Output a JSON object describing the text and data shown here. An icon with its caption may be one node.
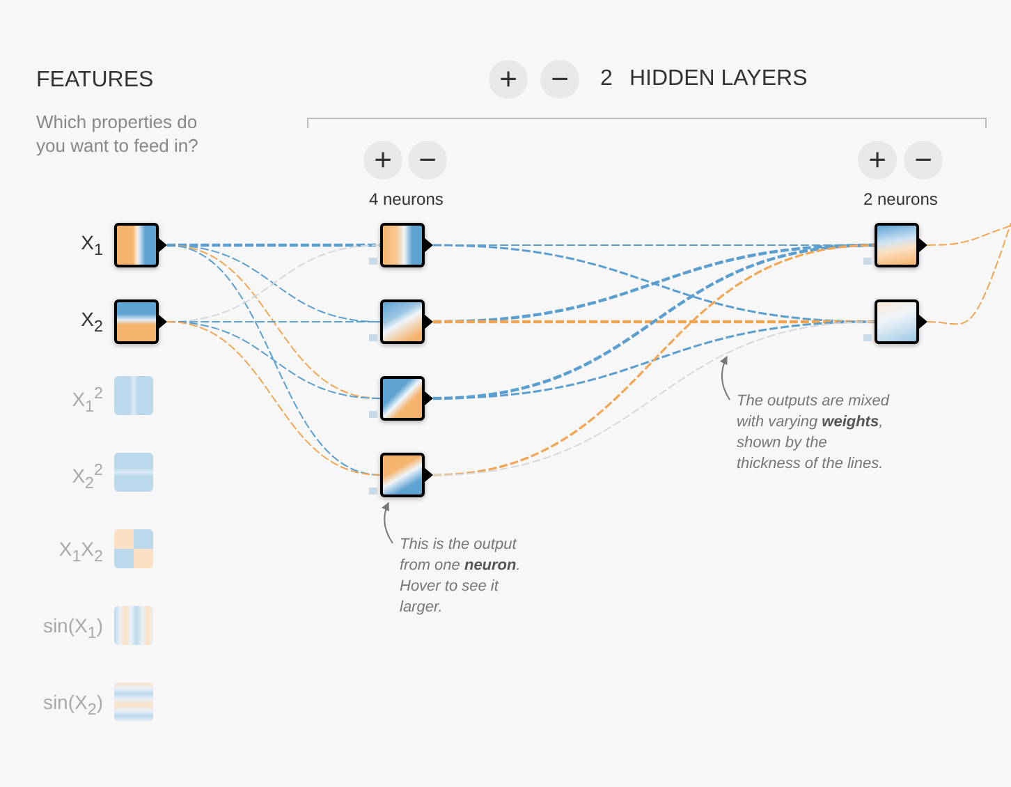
{
  "diagram": {
    "nodes": [
      {
        "text": [
          "X$_{1}$"
        ]
      },
      {
        "text": [
          "X$_{2}$"
        ]
      },
      {
        "text": [
          "X$_{1}$$^{2}$"
        ]
      },
      {
        "text": [
          "X$_{2}$$^{2}$"
        ]
      },
      {
        "text": [
          "X$_{1}$X$_{2}$"
        ]
      },
      {
        "text": [
          "sin(X$_{1}$)"
        ]
      },
      {
        "text": [
          "sin(X$_{2}$)"
        ]
      },
      {
        "text": [],
        "shape": "picture"
      },
      {
        "text": [],
        "shape": "picture"
      },
      {
        "text": [],
        "shape": "picture"
      },
      {
        "text": [],
        "shape": "picture"
      },
      {
        "text": [],
        "shape": "picture"
      },
      {
        "text": [],
        "shape": "picture"
      },
      {
        "text": [
          "This is the output from one **neuron**. Hover to see it larger."
        ]
      },
      {
        "text": [
          "The outputs are mixed with varying **weights**, shown by the thickness of the lines."
        ]
      }
    ],
    "edges": [
      {
        "from": 0,
        "to": 7,
        "arrow": "none",
        "style": "dashed"
      },
      {
        "from": 0,
        "to": 8,
        "arrow": "none",
        "style": "dashed"
      },
      {
        "from": 0,
        "to": 9,
        "arrow": "none",
        "style": "dashed",
        "color": "#f2a654"
      },
      {
        "from": 0,
        "to": 10,
        "arrow": "none",
        "style": "dashed"
      },
      {
        "from": 1,
        "to": 7,
        "arrow": "none",
        "style": "dashed",
        "color": "#d4d8dc"
      },
      {
        "from": 1,
        "to": 8,
        "arrow": "none",
        "style": "dashed"
      },
      {
        "from": 1,
        "to": 9,
        "arrow": "none",
        "style": "dashed"
      },
      {
        "from": 1,
        "to": 10,
        "arrow": "none",
        "style": "dashed",
        "color": "#f2a654"
      },
      {
        "from": 7,
        "to": 11,
        "arrow": "none",
        "style": "dashed"
      },
      {
        "from": 7,
        "to": 12,
        "arrow": "none",
        "style": "dashed"
      },
      {
        "from": 8,
        "to": 11,
        "arrow": "none",
        "style": "dashed"
      },
      {
        "from": 8,
        "to": 12,
        "arrow": "none",
        "style": "dashed",
        "color": "#f2a654"
      },
      {
        "from": 9,
        "to": 11,
        "arrow": "none",
        "style": "dashed"
      },
      {
        "from": 9,
        "to": 12,
        "arrow": "none",
        "style": "dashed"
      },
      {
        "from": 10,
        "to": 11,
        "arrow": "none",
        "style": "dashed",
        "color": "#f2a654"
      },
      {
        "from": 10,
        "to": 12,
        "arrow": "none",
        "style": "dashed",
        "color": "#d4d8dc"
      },
      {
        "from": 11,
        "to": null,
        "arrow": "none",
        "style": "dashed",
        "color": "#f2a654"
      },
      {
        "from": 12,
        "to": null,
        "arrow": "none",
        "style": "dashed",
        "color": "#f2a654"
      },
      {
        "from": 13,
        "to": 10,
        "arrow": "to",
        "color": "#777777"
      },
      {
        "from": 14,
        "to": null,
        "arrow": "to",
        "color": "#777777"
      }
    ],
    "labels": [
      "FEATURES",
      "+",
      "−",
      "2",
      "HIDDEN LAYERS",
      "Which properties do you want to feed in?",
      "+",
      "−",
      "+",
      "−",
      "4 neurons",
      "2 neurons"
    ]
  }
}
